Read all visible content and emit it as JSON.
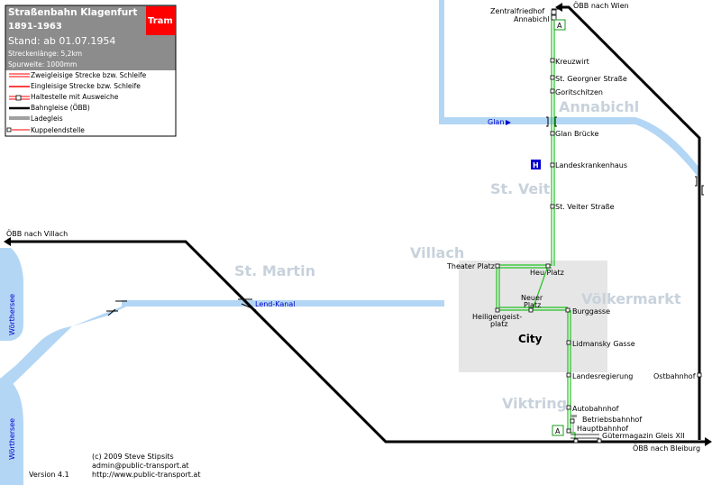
{
  "legend": {
    "title": "Straßenbahn Klagenfurt",
    "years": "1891-1963",
    "tram_badge": "Tram",
    "stand": "Stand: ab 01.07.1954",
    "length": "Streckenlänge: 5,2km",
    "gauge": "Spurweite: 1000mm",
    "items": [
      "Zweigleisige Strecke bzw. Schleife",
      "Eingleisige Strecke bzw. Schleife",
      "Haltestelle mit Ausweiche",
      "Bahngleise (ÖBB)",
      "Ladegleis",
      "Kuppelendstelle"
    ]
  },
  "districts": {
    "annabichl": "Annabichl",
    "st_veit": "St. Veit",
    "villach": "Villach",
    "st_martin": "St. Martin",
    "voelkermarkt": "Völkermarkt",
    "viktring": "Viktring"
  },
  "city_label": "City",
  "water": {
    "glan": "Glan",
    "lend_kanal": "Lend-Kanal",
    "woerthersee_top": "Wörthersee",
    "woerthersee_bottom": "Wörthersee"
  },
  "rail": {
    "to_wien": "ÖBB nach Wien",
    "to_villach": "ÖBB nach Villach",
    "to_bleiburg": "ÖBB nach Bleiburg",
    "ostbahnhof": "Ostbahnhof"
  },
  "stations": {
    "zentralfriedhof": "Zentralfriedhof",
    "annabichl": "Annabichl",
    "kreuzwirt": "Kreuzwirt",
    "st_georgner": "St. Georgner Straße",
    "goritschitzen": "Goritschitzen",
    "glan_bruecke": "Glan Brücke",
    "landeskrankenhaus": "Landeskrankenhaus",
    "st_veiter": "St. Veiter Straße",
    "theater_platz": "Theater Platz",
    "heu_platz": "Heu Platz",
    "neuer_platz_1": "Neuer",
    "neuer_platz_2": "Platz",
    "heiligengeist_1": "Heiligengeist-",
    "heiligengeist_2": "platz",
    "burggasse": "Burggasse",
    "lidmansky": "Lidmansky Gasse",
    "landesregierung": "Landesregierung",
    "autobahnhof": "Autobahnhof",
    "betriebsbahnhof": "Betriebsbahnhof",
    "hauptbahnhof": "Hauptbahnhof",
    "guetermagazin": "Gütermagazin Gleis XII"
  },
  "markers": {
    "a_top": "A",
    "a_bottom": "A",
    "hospital": "H"
  },
  "credits": {
    "copyright": "(c) 2009 Steve Stipsits",
    "email": "admin@public-transport.at",
    "url": "http://www.public-transport.at",
    "version": "Version 4.1"
  },
  "colors": {
    "water": "#b3d6f5",
    "city_area": "#e6e6e6",
    "tram": "#22c322",
    "rail": "#000000",
    "legend_header": "#8c8c8c",
    "tram_badge": "#ff0000",
    "district_label": "#c8d2dc",
    "hospital_marker": "#0000cc"
  }
}
